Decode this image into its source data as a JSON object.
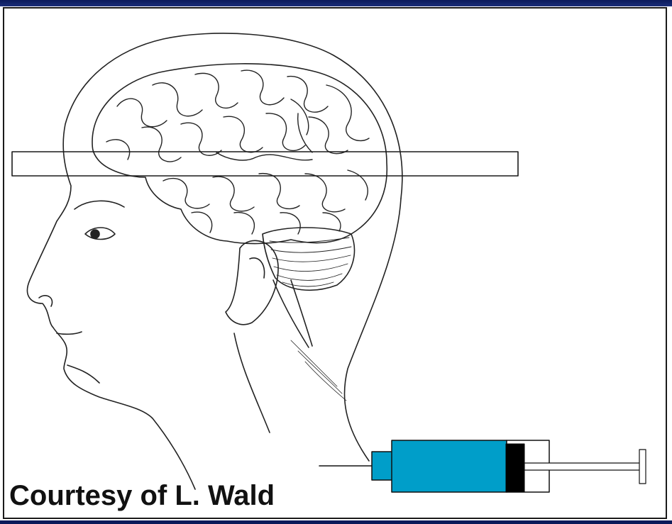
{
  "caption": {
    "text": "Courtesy of L. Wald"
  },
  "colors": {
    "frame": "#1a1a1a",
    "top_bar": "#0a1a5a",
    "line_art": "#222222",
    "syringe_fluid": "#009ec9",
    "plunger": "#000000"
  },
  "icons": [
    "head-illustration",
    "brain-illustration",
    "syringe-icon"
  ]
}
